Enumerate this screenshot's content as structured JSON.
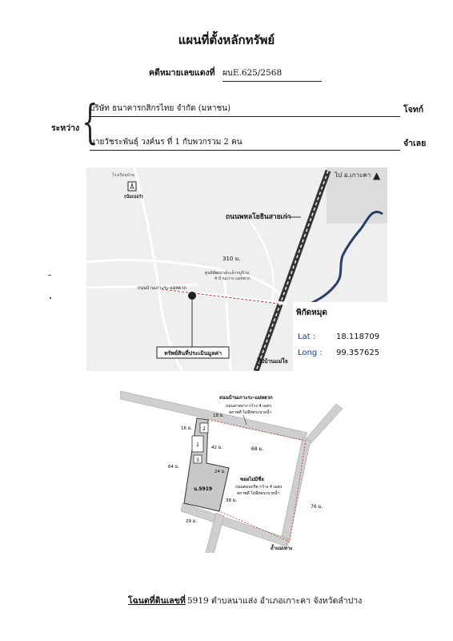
{
  "document": {
    "title": "แผนที่ตั้งหลักทรัพย์",
    "case_label": "คดีหมายเลขแดงที่",
    "case_number": "ผบE.625/2568",
    "between_label": "ระหว่าง",
    "plaintiff": "บริษัท ธนาคารกสิกรไทย จำกัด (มหาชน)",
    "plaintiff_role": "โจทก์",
    "defendant": "นายวัชระพันธุ์ วงค์นร ที่ 1 กับพวกรวม 2 คน",
    "defendant_role": "จำเลย",
    "deed_label": "โฉนดที่ดินเลขที่",
    "deed_value": "5919 ตำบลนาแส่ง อำเภอเกาะคา จังหวัดลำปาง"
  },
  "map": {
    "school_name": "โรงเรียนบ้าน",
    "school_sub": "(นัมเบอร์)",
    "road_top": "ไป อ.เกาะคา",
    "highway_label": "ถนนพหลโยธินสายเก่า",
    "distance_label": "310 ม.",
    "center_label": "ศูนย์พัฒนาเด็กเล็กหมู่บ้าน",
    "center_label2": "4 บ้านเกาะ-แม่หยวก",
    "village_road": "ถนนบ้านเกาะระ-แม่หยวก",
    "property_callout": "ทรัพย์สินที่ประเมินมูลค่า",
    "coord_title": "พิกัดหมุด",
    "lat_label": "Lat :",
    "lat_value": "18.118709",
    "long_label": "Long :",
    "long_value": "99.357625",
    "road_bottom": "ไปบ้านแม่ใจ"
  },
  "plan": {
    "road_top_name": "ถนนบ้านเกาะระ-แม่หยวก",
    "road_top_desc1": "ถนนลาดยาง กว้าง 4 เมตร",
    "road_top_desc2": "สภาพดี ไม่มีท่อระบายน้ำ",
    "soi_name": "ซอยไม่มีชื่อ",
    "soi_desc1": "ถนนคอนกรีต กว้าง 4 เมตร",
    "soi_desc2": "สภาพดี ไม่มีท่อระบายน้ำ",
    "parcel_label": "น.5919",
    "dist_18": "18 ม.",
    "dist_16": "16 ม.",
    "dist_42": "42 ม.",
    "dist_68": "68 ม.",
    "dist_64": "64 ม.",
    "dist_24": "24 ม.",
    "dist_38": "38 ม.",
    "dist_76": "76 ม.",
    "dist_29": "29 ม.",
    "building_1": "1",
    "building_2": "2",
    "building_3": "3",
    "bottom_label": "ถ้ำแม่เทาะ",
    "colors": {
      "parcel_fill": "#c8c8c8",
      "road_fill": "#cfcfcf",
      "boundary": "#c0392b",
      "coord_blue": "#1a3f8f"
    }
  }
}
